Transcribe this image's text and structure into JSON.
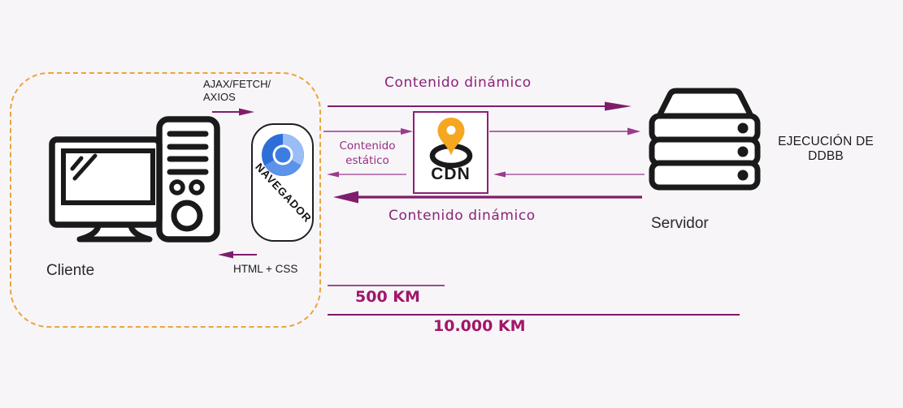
{
  "client": {
    "label": "Cliente",
    "request_line1": "AJAX/FETCH/",
    "request_line2": "AXIOS",
    "response_label": "HTML + CSS",
    "browser_label": "NAVEGADOR"
  },
  "cdn": {
    "label": "CDN",
    "static_line1": "Contenido",
    "static_line2": "estático"
  },
  "server": {
    "label": "Servidor",
    "note_line1": "EJECUCIÓN DE",
    "note_line2": "DDBB"
  },
  "flows": {
    "top": "Contenido dinámico",
    "bottom": "Contenido dinámico"
  },
  "distances": {
    "cdn_km": "500 KM",
    "server_km": "10.000 KM"
  },
  "icons": {
    "client_computer": "desktop-computer-icon",
    "browser": "chromium-browser-icon",
    "cdn_pin": "location-pin-icon",
    "server": "server-stack-icon"
  },
  "colors": {
    "background": "#f7f5f8",
    "magenta_line": "#7f1d6b",
    "magenta_line_light": "#9c3a8c",
    "magenta_text": "#8a2478",
    "static_text": "#943085",
    "distance_line": "#7c1a66",
    "distance_text": "#a1166b",
    "dashed_border": "#eaa63b",
    "cdn_border": "#8e1f77",
    "pin": "#f5a71f",
    "icon_black": "#1a1a1a",
    "chromium_dark": "#2d6fd9",
    "chromium_mid": "#5b92ea",
    "chromium_light": "#9bbdf5",
    "chromium_center": "#3c7ee0"
  }
}
